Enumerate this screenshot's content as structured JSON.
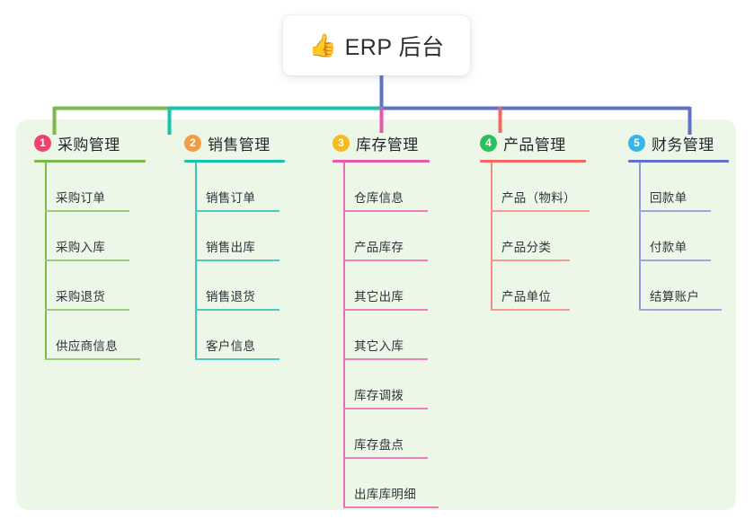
{
  "diagram": {
    "title": "ERP 后台",
    "root": {
      "label": "ERP 后台",
      "icon": "thumbs-up-icon",
      "icon_glyph": "👍"
    },
    "panel_color": "#edf7e8",
    "columns": [
      {
        "number": "1",
        "label": "采购管理",
        "badge_color": "#f0436b",
        "line_color": "#7ab94a",
        "items": [
          {
            "label": "采购订单"
          },
          {
            "label": "采购入库"
          },
          {
            "label": "采购退货"
          },
          {
            "label": "供应商信息"
          }
        ]
      },
      {
        "number": "2",
        "label": "销售管理",
        "badge_color": "#f59b42",
        "line_color": "#18c2ac",
        "items": [
          {
            "label": "销售订单"
          },
          {
            "label": "销售出库"
          },
          {
            "label": "销售退货"
          },
          {
            "label": "客户信息"
          }
        ]
      },
      {
        "number": "3",
        "label": "库存管理",
        "badge_color": "#f5bb1f",
        "line_color": "#e658ab",
        "items": [
          {
            "label": "仓库信息"
          },
          {
            "label": "产品库存"
          },
          {
            "label": "其它出库"
          },
          {
            "label": "其它入库"
          },
          {
            "label": "库存调拨"
          },
          {
            "label": "库存盘点"
          },
          {
            "label": "出库库明细"
          }
        ]
      },
      {
        "number": "4",
        "label": "产品管理",
        "badge_color": "#2cbf5e",
        "line_color": "#f4675f",
        "items": [
          {
            "label": "产品（物料）"
          },
          {
            "label": "产品分类"
          },
          {
            "label": "产品单位"
          }
        ]
      },
      {
        "number": "5",
        "label": "财务管理",
        "badge_color": "#35b8e8",
        "line_color": "#5e72c8",
        "items": [
          {
            "label": "回款单"
          },
          {
            "label": "付款单"
          },
          {
            "label": "结算账户"
          }
        ]
      }
    ],
    "bus_segments": [
      {
        "name": "green-segment",
        "color": "#7ab94a"
      },
      {
        "name": "teal-segment",
        "color": "#18c2ac"
      },
      {
        "name": "blue-segment",
        "color": "#5e72c8"
      }
    ]
  }
}
